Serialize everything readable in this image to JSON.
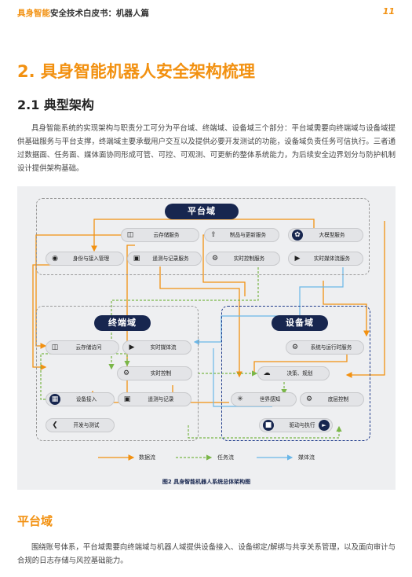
{
  "header": {
    "title_highlight": "具身智能",
    "title_rest": "安全技术白皮书：机器人篇",
    "page_number": "11"
  },
  "section": {
    "title": "2. 具身智能机器人安全架构梳理",
    "sub_title": "2.1 典型架构",
    "intro": "具身智能系统的实现架构与职责分工可分为平台域、终端域、设备域三个部分：平台域需要向终端域与设备域提供基础服务与平台支撑，终端域主要承载用户交互以及提供必要开发测试的功能，设备域负责任务可信执行。三者通过数据面、任务面、媒体面协同形成可管、可控、可观测、可更新的整体系统能力，为后续安全边界划分与防护机制设计提供架构基础。"
  },
  "figure": {
    "platform": {
      "title": "平台域",
      "nodes": {
        "storage": "云存储服务",
        "artifact": "制品与更新服务",
        "model": "大模型服务",
        "identity": "身份与接入管理",
        "telemetry": "遥测与记录服务",
        "control": "实时控制服务",
        "media": "实时媒体流服务"
      }
    },
    "terminal": {
      "title": "终端域",
      "nodes": {
        "storage": "云存储访问",
        "media": "实时媒体流",
        "control": "实时控制",
        "access": "设备接入",
        "telemetry": "遥测与记录",
        "dev": "开发与测试"
      }
    },
    "device": {
      "title": "设备域",
      "nodes": {
        "system": "系统与运行时服务",
        "decision": "决策、规划",
        "perception": "世界感知",
        "lowlevel": "底层控制",
        "actuator": "驱动与执行"
      }
    },
    "legend": {
      "data": "数据流",
      "task": "任务流",
      "media": "媒体流"
    },
    "colors": {
      "data": "#f29111",
      "task": "#7ab648",
      "media": "#6ab7e8",
      "domain_title": "#17264f"
    },
    "caption": "图2  具身智能机器人系统总体架构图"
  },
  "section2": {
    "title": "平台域",
    "text": "围绕账号体系，平台域需要向终端域与机器人域提供设备接入、设备绑定/解绑与共享关系管理，以及面向审计与合规的日志存储与风控基础能力。"
  }
}
